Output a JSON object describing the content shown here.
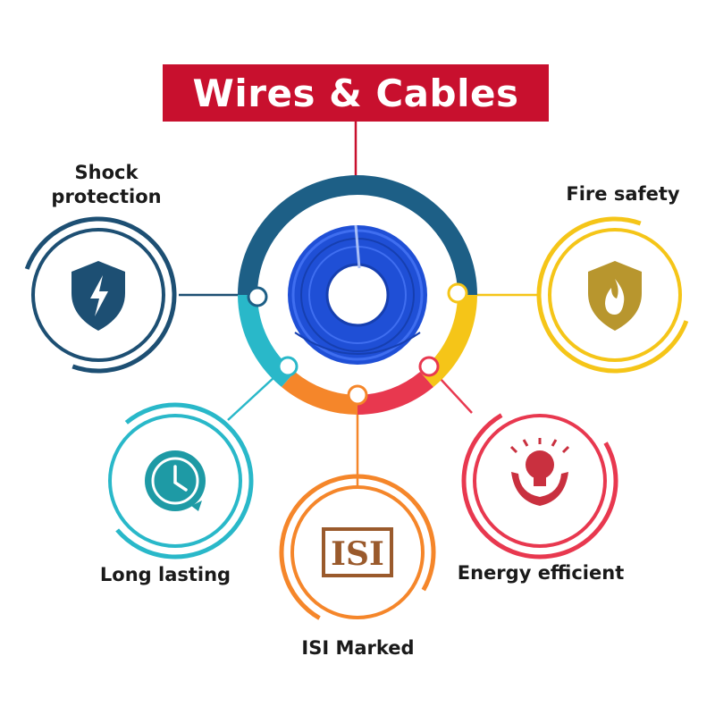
{
  "title": "Wires & Cables",
  "features": {
    "shock": {
      "label": "Shock protection",
      "icon": "shield-lightning-icon",
      "color": "#1d4f73"
    },
    "fire": {
      "label": "Fire safety",
      "icon": "shield-fire-icon",
      "color": "#f5c518"
    },
    "long": {
      "label": "Long lasting",
      "icon": "clock-arrow-icon",
      "color": "#29b8c9"
    },
    "isi": {
      "label": "ISI Marked",
      "icon": "isi-mark-icon",
      "color": "#f5862a"
    },
    "energy": {
      "label": "Energy efficient",
      "icon": "bulb-hands-icon",
      "color": "#e8384f"
    }
  },
  "colors": {
    "title_bg": "#c8102e",
    "title_text": "#ffffff",
    "wire_blue": "#1f4fd6",
    "icon_navy": "#1d4f73",
    "icon_gold": "#b8962e",
    "icon_teal": "#1e9aa5",
    "icon_brown": "#9a5a2c",
    "icon_red": "#c9303f"
  }
}
